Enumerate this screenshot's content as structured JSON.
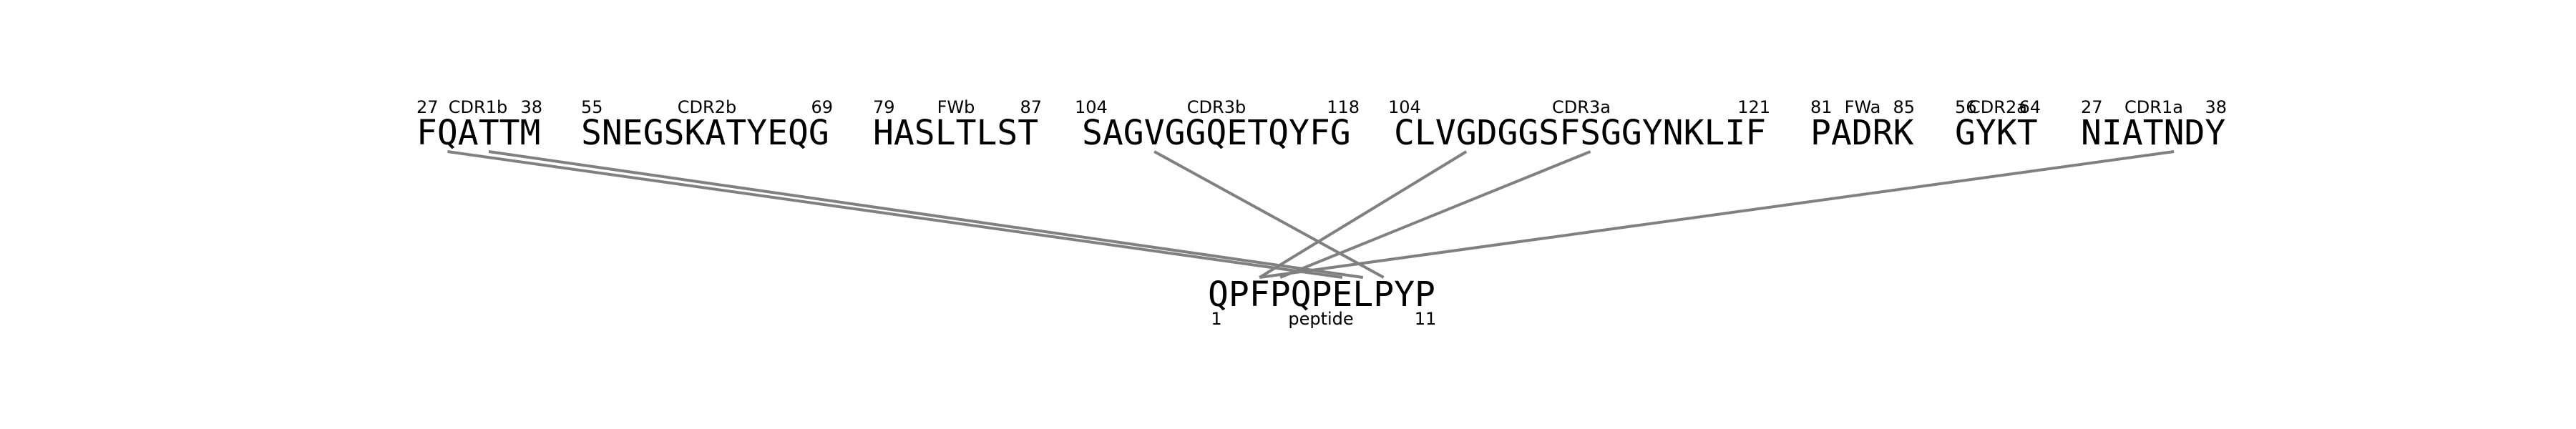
{
  "segments": [
    {
      "sequence": "FQATTM",
      "start": "27",
      "region": "CDR1b",
      "end": "38"
    },
    {
      "sequence": "SNEGSKATYEQG",
      "start": "55",
      "region": "CDR2b",
      "end": "69"
    },
    {
      "sequence": "HASLTLST",
      "start": "79",
      "region": "FWb",
      "end": "87"
    },
    {
      "sequence": "SAGVGGQETQYFG",
      "start": "104",
      "region": "CDR3b",
      "end": "118"
    },
    {
      "sequence": "CLVGDGGSFSGGYNKLIF",
      "start": "104",
      "region": "CDR3a",
      "end": "121"
    },
    {
      "sequence": "PADRK",
      "start": "81",
      "region": "FWa",
      "end": "85"
    },
    {
      "sequence": "GYKT",
      "start": "56",
      "region": "CDR2a",
      "end": "64"
    },
    {
      "sequence": "NIATNDY",
      "start": "27",
      "region": "CDR1a",
      "end": "38"
    }
  ],
  "peptide": {
    "sequence": "QPFPQPELPYP",
    "start": "1",
    "label": "peptide",
    "end": "11"
  },
  "contacts": [
    {
      "segment": 0,
      "residue": 1,
      "peptide_residue": 6
    },
    {
      "segment": 0,
      "residue": 3,
      "peptide_residue": 7
    },
    {
      "segment": 3,
      "residue": 3,
      "peptide_residue": 8
    },
    {
      "segment": 4,
      "residue": 3,
      "peptide_residue": 2
    },
    {
      "segment": 4,
      "residue": 9,
      "peptide_residue": 3
    },
    {
      "segment": 7,
      "residue": 4,
      "peptide_residue": 2
    }
  ],
  "colors": {
    "line": "#808080",
    "text": "#000000"
  }
}
